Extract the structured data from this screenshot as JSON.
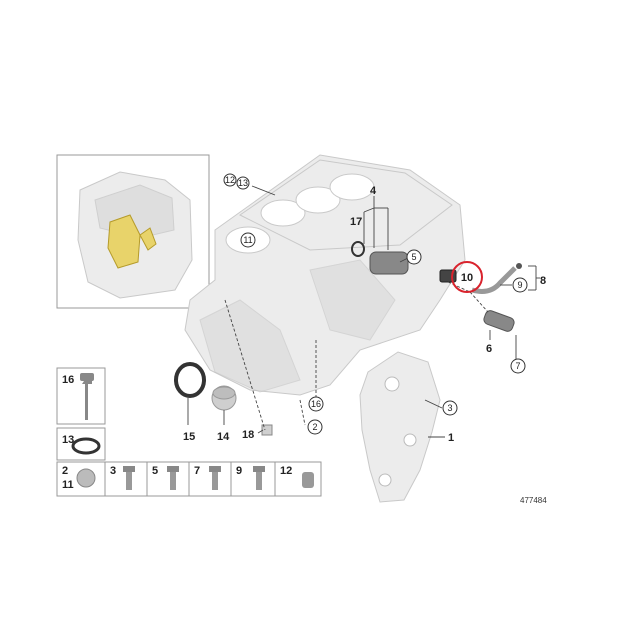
{
  "diagram_id": "477484",
  "highlight": {
    "label": "10",
    "color": "#d9232d"
  },
  "callouts": {
    "c12_13": "12",
    "c12_13b": "13",
    "c4": "4",
    "c17": "17",
    "c5": "5",
    "c10": "10",
    "c9": "9",
    "c8": "8",
    "c11": "11",
    "c6": "6",
    "c7": "7",
    "c3": "3",
    "c1": "1",
    "c15": "15",
    "c14": "14",
    "c18": "18",
    "c2": "2",
    "c16": "16"
  },
  "legend": {
    "r16": "16",
    "r13": "13",
    "r2": "2",
    "r11": "11",
    "r3": "3",
    "r5": "5",
    "r7": "7",
    "r9": "9",
    "r12": "12"
  }
}
